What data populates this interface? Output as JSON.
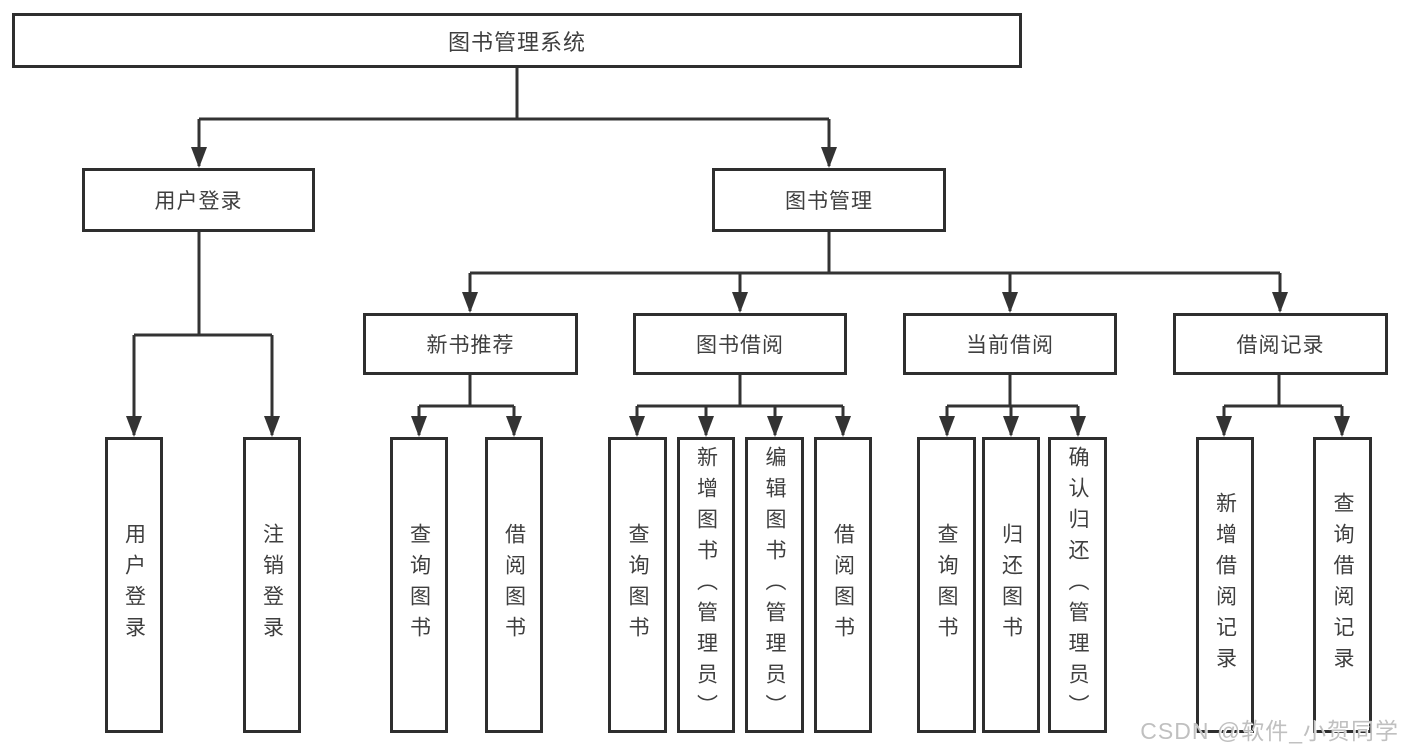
{
  "tree": {
    "root": {
      "label": "图书管理系统"
    },
    "login": {
      "label": "用户登录",
      "leaves": [
        "用户登录",
        "注销登录"
      ]
    },
    "mgmt": {
      "label": "图书管理",
      "sections": [
        {
          "label": "新书推荐",
          "leaves": [
            "查询图书",
            "借阅图书"
          ]
        },
        {
          "label": "图书借阅",
          "leaves": [
            "查询图书",
            "新增图书（管理员）",
            "编辑图书（管理员）",
            "借阅图书"
          ]
        },
        {
          "label": "当前借阅",
          "leaves": [
            "查询图书",
            "归还图书",
            "确认归还（管理员）"
          ]
        },
        {
          "label": "借阅记录",
          "leaves": [
            "新增借阅记录",
            "查询借阅记录"
          ]
        }
      ]
    }
  },
  "watermark": {
    "text": "CSDN @软件_小贺同学"
  },
  "colors": {
    "background": "#ffffff",
    "line": "#333333",
    "border": "#2e2e2e",
    "text": "#3f3f3f",
    "watermark": "#c0c0c0"
  }
}
